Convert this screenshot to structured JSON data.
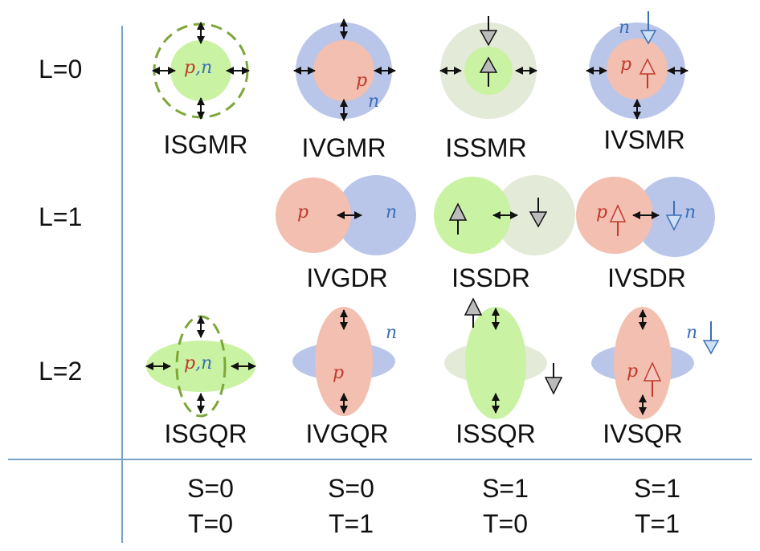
{
  "rows": [
    "L=0",
    "L=1",
    "L=2"
  ],
  "columns": [
    {
      "s": "S=0",
      "t": "T=0"
    },
    {
      "s": "S=0",
      "t": "T=1"
    },
    {
      "s": "S=1",
      "t": "T=0"
    },
    {
      "s": "S=1",
      "t": "T=1"
    }
  ],
  "modes": {
    "l0": [
      "ISGMR",
      "IVGMR",
      "ISSMR",
      "IVSMR"
    ],
    "l1": [
      "",
      "IVGDR",
      "ISSDR",
      "IVSDR"
    ],
    "l2": [
      "ISGQR",
      "IVGQR",
      "ISSQR",
      "IVSQR"
    ]
  },
  "particles": {
    "p": "p",
    "n": "n",
    "pn": "p,n"
  },
  "colors": {
    "proton": "#f2bfb0",
    "neutron": "#b9c6ea",
    "isoscalar_spin": "#c9f2a2",
    "spin_halo": "#e4ead8",
    "dashed_ring": "#7fa63a",
    "axis_line": "#7aa3c8",
    "proton_text": "#c0392b",
    "neutron_text": "#3b6fb6"
  }
}
